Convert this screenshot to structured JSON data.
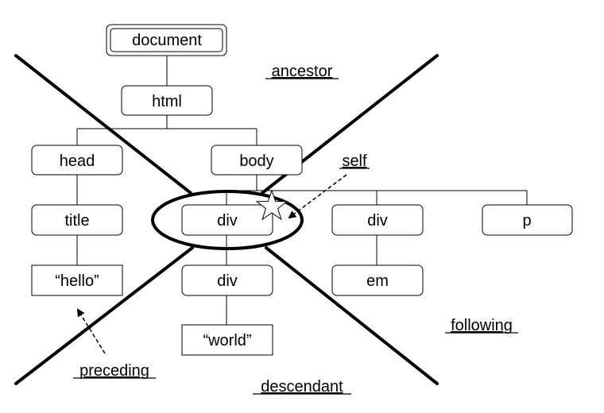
{
  "nodes": {
    "document": "document",
    "html": "html",
    "head": "head",
    "body": "body",
    "title": "title",
    "hello": "“hello”",
    "div_self": "div",
    "div_child": "div",
    "world": "“world”",
    "div_right": "div",
    "em": "em",
    "p": "p"
  },
  "axes": {
    "ancestor": "ancestor",
    "self": "self",
    "following": "following",
    "preceding": "preceding",
    "descendant": "descendant"
  }
}
